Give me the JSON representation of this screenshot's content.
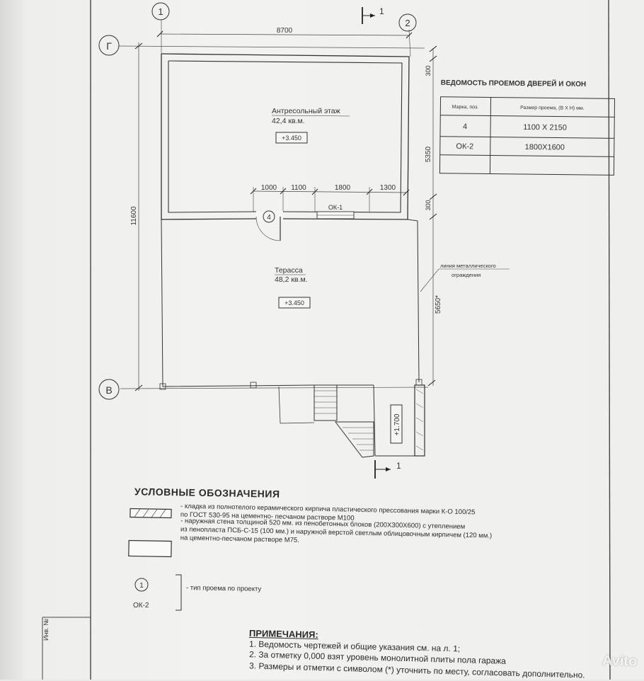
{
  "grid_axes": {
    "axis_1": "1",
    "axis_2": "2",
    "axis_g": "Г",
    "axis_v": "В"
  },
  "section_marks": {
    "top": "1",
    "bottom": "1"
  },
  "dimensions": {
    "overall_width": "8700",
    "overall_height": "11600",
    "right_1": "300",
    "right_2": "5350",
    "right_3": "300",
    "right_4": "5650*",
    "seg_1": "1000",
    "seg_2": "1100",
    "seg_3": "1800",
    "seg_4": "1300"
  },
  "rooms": {
    "mezzanine": {
      "name": "Антресольный этаж",
      "area": "42,4 кв.м.",
      "level": "+3.450"
    },
    "terrace": {
      "name": "Терасса",
      "area": "48,2 кв.м.",
      "level": "+3.450"
    },
    "stair_level": "+1.700"
  },
  "plan_labels": {
    "door_mark": "4",
    "window_mark": "ОК-1",
    "railing_line_1": "линия металлического",
    "railing_line_2": "ограждения"
  },
  "schedule": {
    "title": "ВЕДОМОСТЬ ПРОЕМОВ ДВЕРЕЙ И ОКОН",
    "headers": [
      "Марка, поз.",
      "Размер проема, (В Х Н) мм."
    ],
    "rows": [
      [
        "4",
        "1100 X 2150"
      ],
      [
        "ОК-2",
        "1800X1600"
      ],
      [
        "",
        ""
      ]
    ]
  },
  "legend": {
    "title": "УСЛОВНЫЕ ОБОЗНАЧЕНИЯ",
    "item1_line1": "- кладка из полнотелого керамического кирпича пластического прессования марки К-О 100/25",
    "item1_line2": "по ГОСТ 530-95 на цементно- песчаном растворе М100",
    "item2_line1": "- наружная стена толщиной 520 мм. из пенобетонных блоков (200Х300Х600) с утеплением",
    "item2_line2": "из пенопласта ПСБ-С-15 (100 мм.)  и наружной верстой светлым облицовочным кирпичем (120 мм.)",
    "item2_line3": "на цементно-песчаном растворе М75.",
    "item3_circle": "1",
    "item3_mark": "ОК-2",
    "item3_text": "- тип проема по проекту"
  },
  "notes": {
    "title": "ПРИМЕЧАНИЯ:",
    "note1": "1. Ведомость чертежей и общие указания см. на л. 1;",
    "note2": "2. За отметку 0,000 взят уровень  монолитной плиты пола гаража",
    "note3": "3. Размеры и отметки с символом (*) уточнить по месту, согласовать дополнительно."
  },
  "stamp": {
    "inv_label": "Инв. №"
  },
  "watermark": "Avito"
}
